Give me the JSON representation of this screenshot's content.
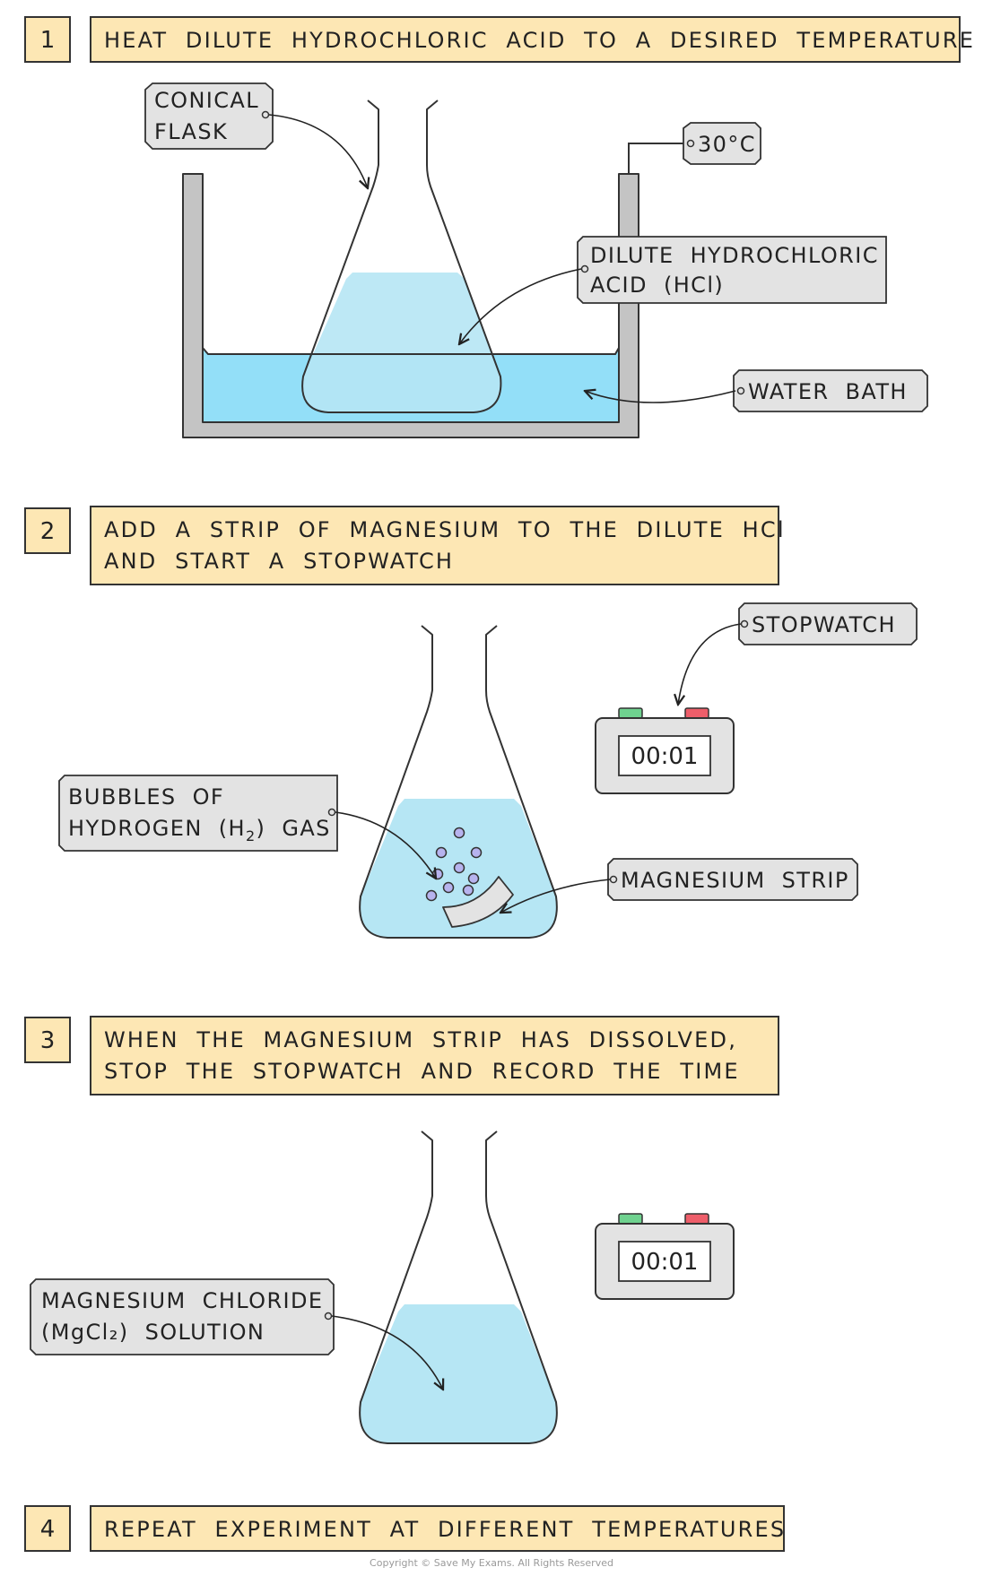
{
  "steps": [
    {
      "number": "1",
      "lines": [
        "HEAT  DILUTE  HYDROCHLORIC  ACID  TO  A  DESIRED  TEMPERATURE"
      ]
    },
    {
      "number": "2",
      "lines": [
        "ADD  A  STRIP  OF  MAGNESIUM  TO  THE  DILUTE  HCl",
        "AND  START  A  STOPWATCH"
      ]
    },
    {
      "number": "3",
      "lines": [
        "WHEN  THE  MAGNESIUM  STRIP  HAS  DISSOLVED,",
        "STOP  THE  STOPWATCH  AND  RECORD  THE  TIME"
      ]
    },
    {
      "number": "4",
      "lines": [
        "REPEAT  EXPERIMENT  AT  DIFFERENT  TEMPERATURES"
      ]
    }
  ],
  "labels": {
    "conical_flask": [
      "CONICAL",
      "FLASK"
    ],
    "thermometer": "30°C",
    "dilute_acid": [
      "DILUTE  HYDROCHLORIC",
      "ACID  (HCl)"
    ],
    "water_bath": "WATER  BATH",
    "stopwatch": "STOPWATCH",
    "bubbles": {
      "line1": "BUBBLES  OF",
      "line2_start": "HYDROGEN  (H",
      "line2_sub": "2",
      "line2_end": ")  GAS"
    },
    "magnesium_strip": "MAGNESIUM  STRIP",
    "magnesium_chloride": [
      "MAGNESIUM  CHLORIDE",
      "(MgCl₂)  SOLUTION"
    ]
  },
  "stopwatch_readings": {
    "step2": "00:01",
    "step3": "00:01"
  },
  "copyright": "Copyright © Save My Exams. All Rights Reserved",
  "colors": {
    "step_box_fill": "#fde7b4",
    "label_fill": "#e3e3e3",
    "acid_fill": "#b6e6f4",
    "water_fill": "#93dff8",
    "bath_wall": "#c4c4c4",
    "bubble_fill": "#b7b3ee",
    "button_green": "#6fd28f",
    "button_red": "#ee5e6a"
  }
}
